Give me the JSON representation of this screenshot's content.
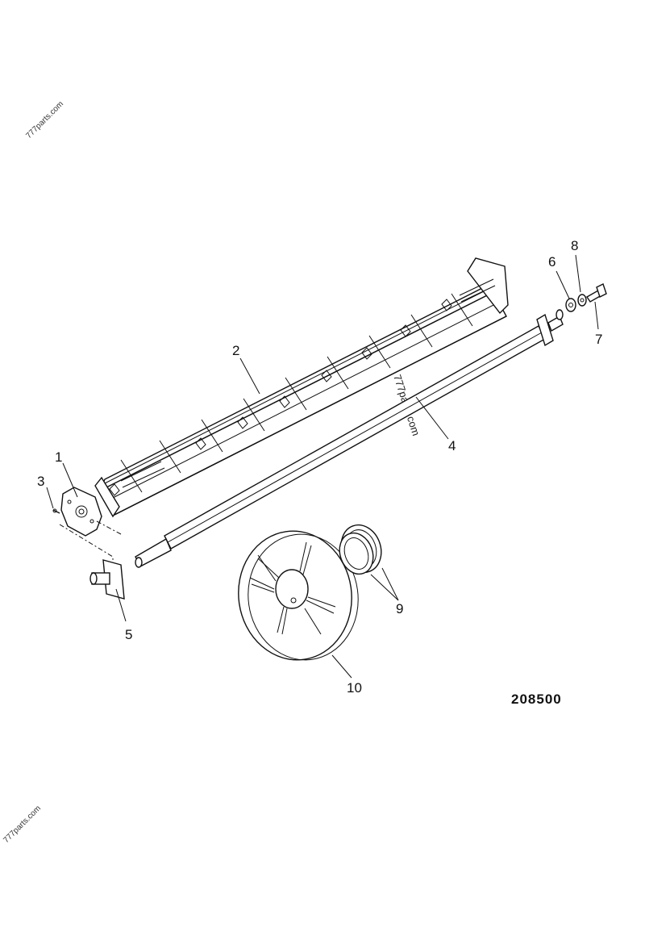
{
  "drawing_number": "208500",
  "watermarks": {
    "top_left": "777parts.com",
    "center": "777parts.com",
    "bottom_left": "777parts.com"
  },
  "callouts": {
    "c1": "1",
    "c2": "2",
    "c3": "3",
    "c4": "4",
    "c5": "5",
    "c6": "6",
    "c7": "7",
    "c8": "8",
    "c9": "9",
    "c10": "10"
  }
}
